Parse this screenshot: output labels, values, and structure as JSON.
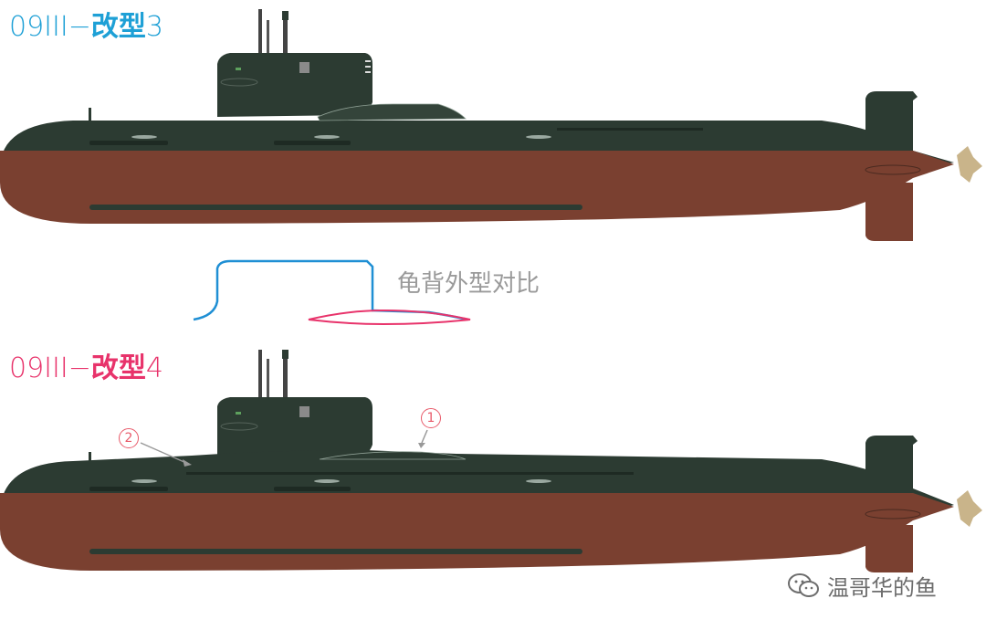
{
  "colors": {
    "hull_upper": "#2c3b32",
    "hull_lower": "#7a4030",
    "title_a": "#1ea0d6",
    "title_b": "#e8336b",
    "outline_blue": "#1f8fd4",
    "outline_red": "#e8336b",
    "compare_text": "#9a9a9a",
    "propeller": "#c9b48a"
  },
  "submarine_a": {
    "title_code": "09III−",
    "title_name": "改型",
    "title_num": "3"
  },
  "comparison": {
    "label": "龟背外型对比"
  },
  "submarine_b": {
    "title_code": "09III−",
    "title_name": "改型",
    "title_num": "4",
    "markers": [
      "1",
      "2"
    ]
  },
  "watermark": {
    "icon": "wechat-icon",
    "text": "温哥华的鱼"
  }
}
